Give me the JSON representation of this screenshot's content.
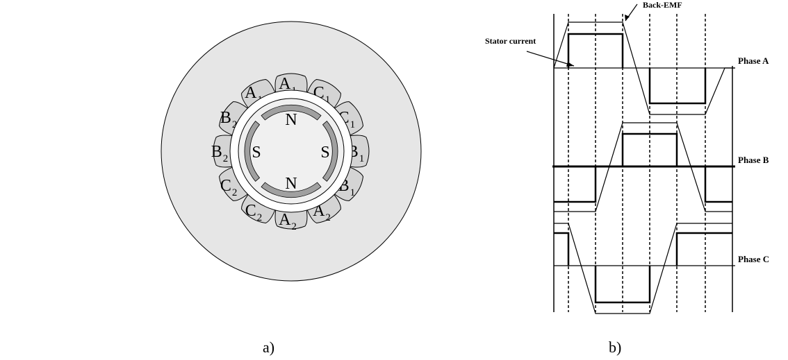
{
  "motor": {
    "caption": "a)",
    "rotor_poles": {
      "top": "N",
      "bottom": "N",
      "left": "S",
      "right": "S"
    },
    "slots": [
      {
        "letter": "A",
        "sub": "1"
      },
      {
        "letter": "C",
        "sub": "1"
      },
      {
        "letter": "C",
        "sub": "1"
      },
      {
        "letter": "B",
        "sub": "1"
      },
      {
        "letter": "B",
        "sub": "1"
      },
      {
        "letter": "A",
        "sub": "2"
      },
      {
        "letter": "A",
        "sub": "2"
      },
      {
        "letter": "C",
        "sub": "2"
      },
      {
        "letter": "C",
        "sub": "2"
      },
      {
        "letter": "B",
        "sub": "2"
      },
      {
        "letter": "B",
        "sub": "2"
      },
      {
        "letter": "A",
        "sub": "1"
      }
    ],
    "colors": {
      "stator": "#e6e6e6",
      "slot": "#d4d4d4",
      "magnet": "#a0a0a0",
      "rotor": "#f0f0f0",
      "outline": "#000000"
    }
  },
  "waveforms": {
    "caption": "b)",
    "annotations": {
      "back_emf": "Back-EMF",
      "stator_current": "Stator current"
    },
    "phases": [
      {
        "label": "Phase A"
      },
      {
        "label": "Phase B"
      },
      {
        "label": "Phase C"
      }
    ]
  }
}
